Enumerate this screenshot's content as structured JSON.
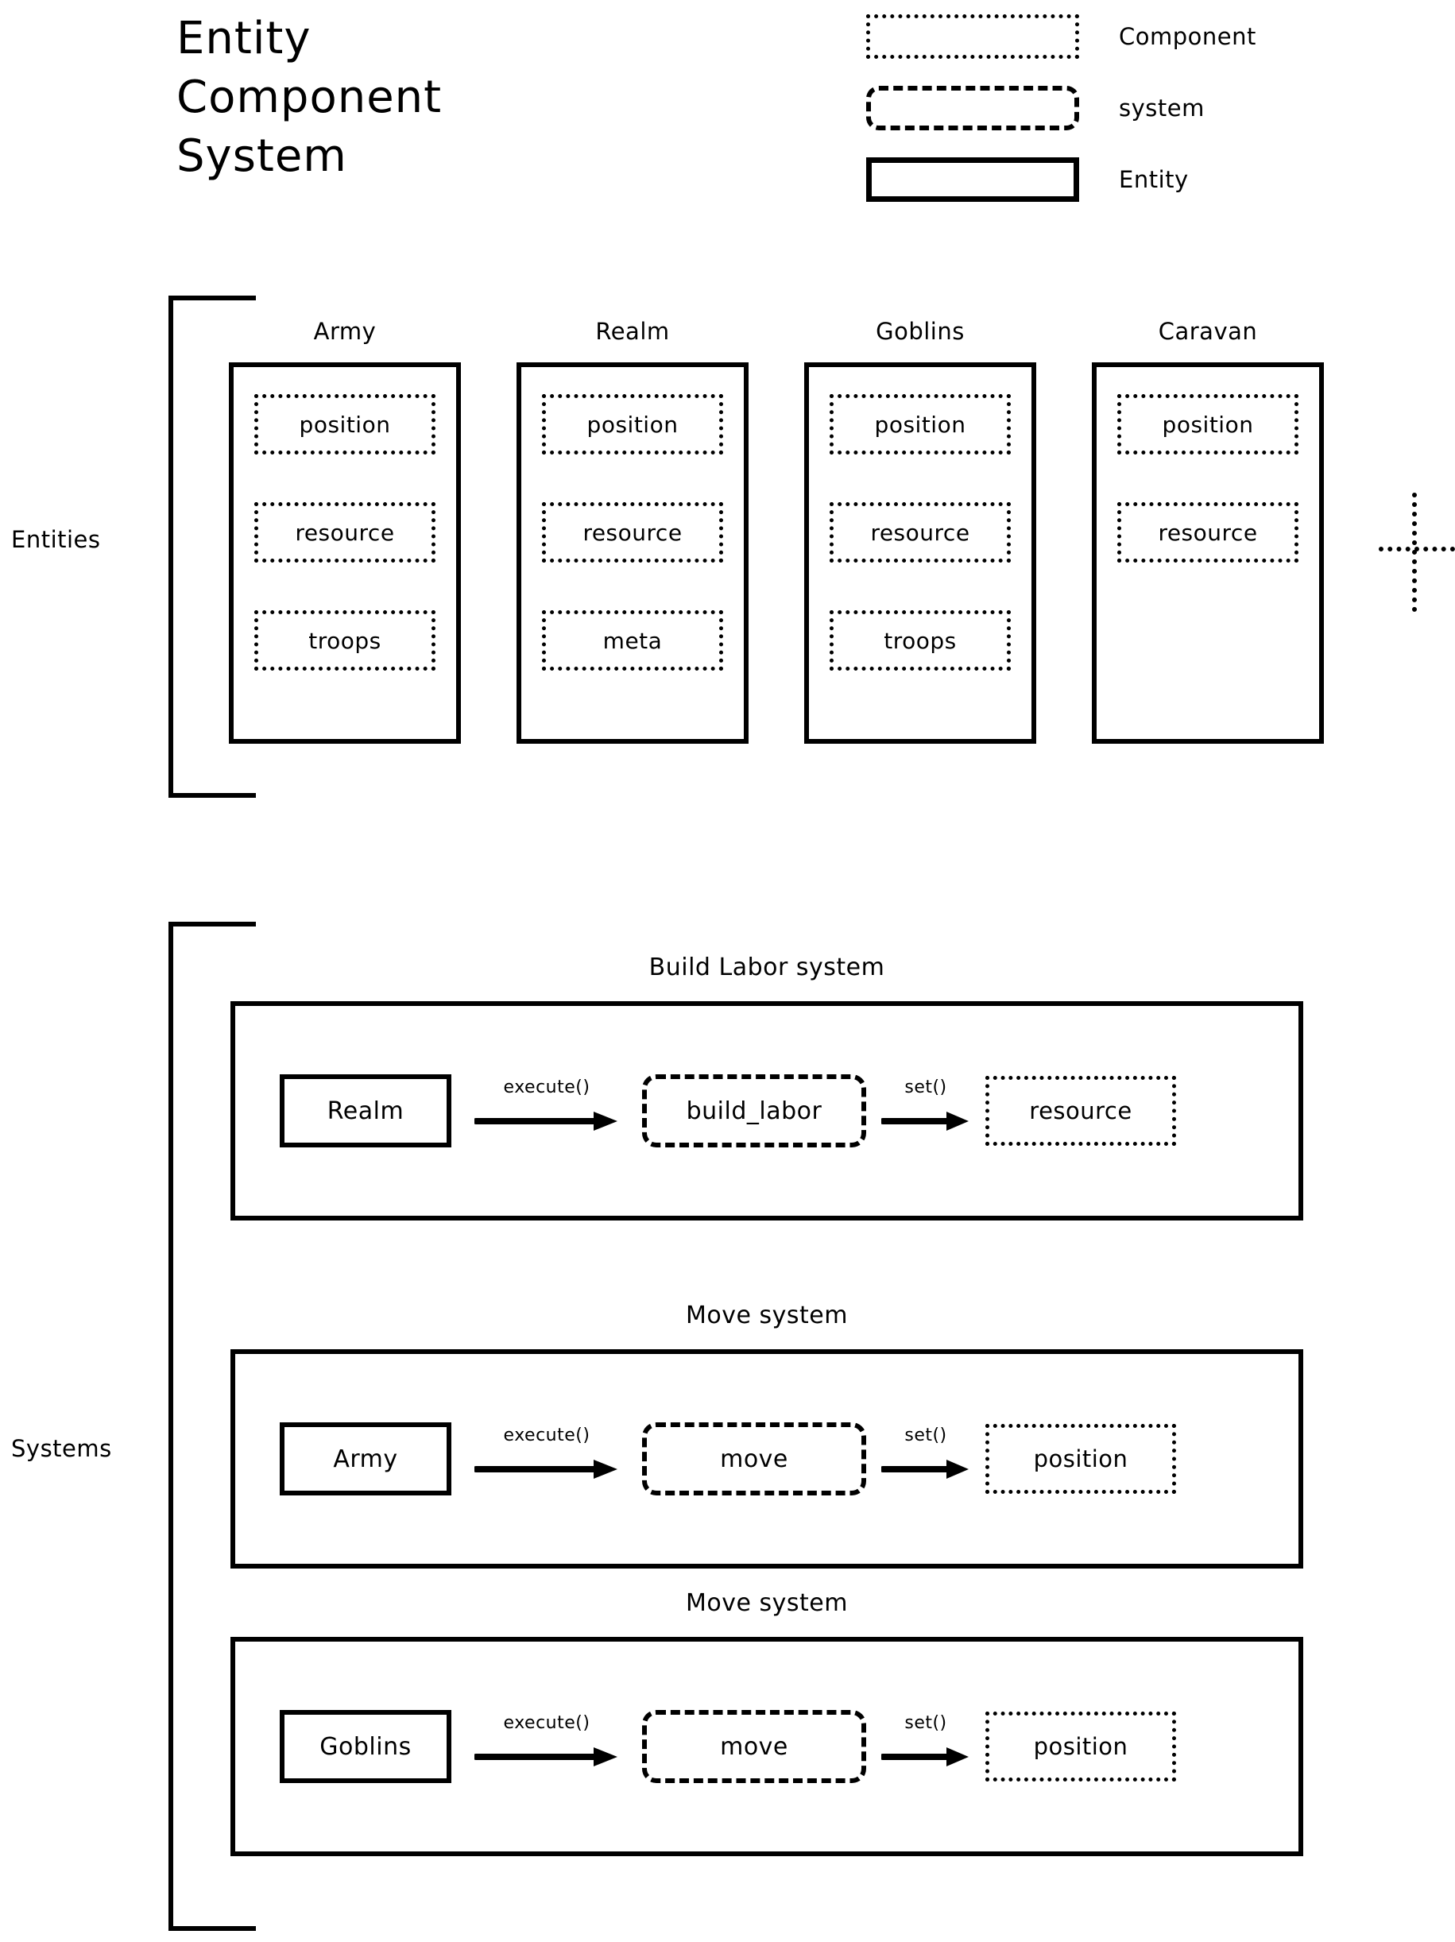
{
  "title": "Entity\nComponent\nSystem",
  "legend": {
    "items": [
      {
        "shape": "dotted-rectangle",
        "label": "Component"
      },
      {
        "shape": "dashed-rounded-rectangle",
        "label": "system"
      },
      {
        "shape": "solid-rectangle",
        "label": "Entity"
      }
    ]
  },
  "sections": {
    "entities_label": "Entities",
    "systems_label": "Systems"
  },
  "entities": [
    {
      "name": "Army",
      "components": [
        "position",
        "resource",
        "troops"
      ]
    },
    {
      "name": "Realm",
      "components": [
        "position",
        "resource",
        "meta"
      ]
    },
    {
      "name": "Goblins",
      "components": [
        "position",
        "resource",
        "troops"
      ]
    },
    {
      "name": "Caravan",
      "components": [
        "position",
        "resource"
      ]
    }
  ],
  "entities_more_marker": "dotted-plus-icon",
  "systems": [
    {
      "title": "Build Labor system",
      "entity": "Realm",
      "execute_label": "execute()",
      "system": "build_labor",
      "set_label": "set()",
      "component": "resource"
    },
    {
      "title": "Move system",
      "entity": "Army",
      "execute_label": "execute()",
      "system": "move",
      "set_label": "set()",
      "component": "position"
    },
    {
      "title": "Move system",
      "entity": "Goblins",
      "execute_label": "execute()",
      "system": "move",
      "set_label": "set()",
      "component": "position"
    }
  ],
  "colors": {
    "ink": "#000000",
    "background": "#ffffff"
  }
}
